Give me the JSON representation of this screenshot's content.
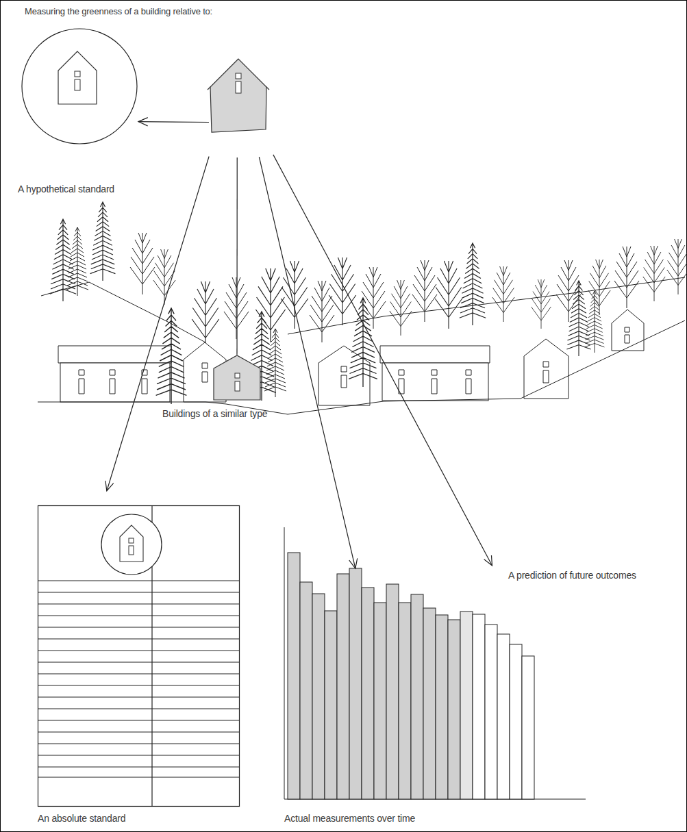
{
  "diagram": {
    "title": "Measuring the greenness of a building relative to:",
    "nodes": [
      {
        "text": []
      },
      {
        "text": [
          "A hypothetical standard"
        ]
      },
      {
        "text": [
          "Buildings of a similar type"
        ]
      },
      {
        "text": [
          "An absolute standard"
        ]
      },
      {
        "text": [
          "Actual measurements over time"
        ]
      },
      {
        "text": [
          "A prediction of future outcomes"
        ],
        "in": 4
      }
    ],
    "edges": [
      {
        "from": 0,
        "to": 1,
        "arrow": "to"
      },
      {
        "from": 0,
        "to": 2,
        "arrow": "none"
      },
      {
        "from": 0,
        "to": 3,
        "arrow": "to"
      },
      {
        "from": 0,
        "to": 4,
        "arrow": "to"
      },
      {
        "from": 0,
        "to": 5,
        "arrow": "to"
      }
    ]
  }
}
